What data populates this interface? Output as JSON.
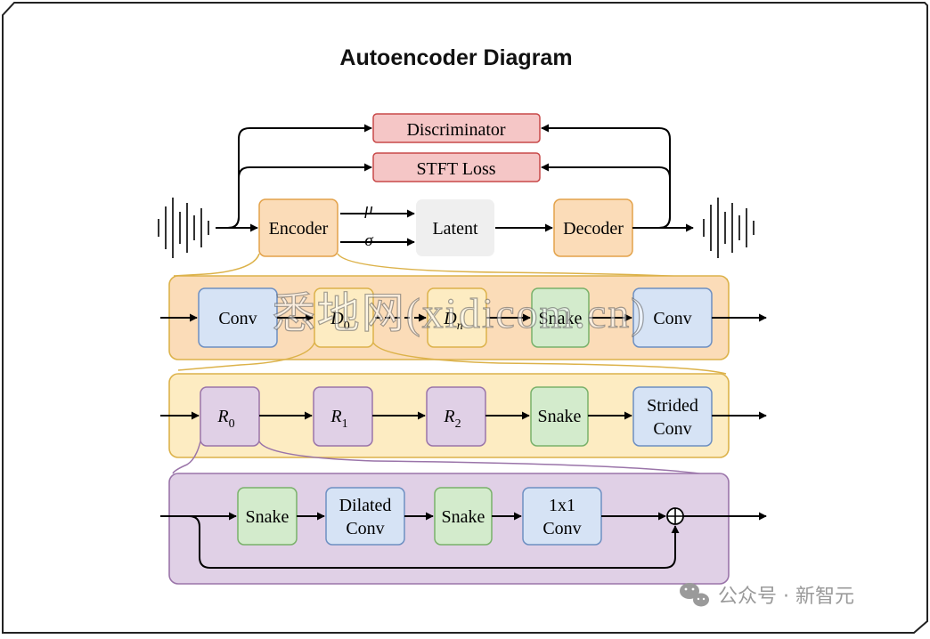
{
  "title": "Autoencoder Diagram",
  "top": {
    "discriminator": "Discriminator",
    "stft_loss": "STFT Loss",
    "encoder": "Encoder",
    "latent": "Latent",
    "decoder": "Decoder",
    "mu": "μ",
    "sigma": "σ"
  },
  "encoder_row": {
    "conv_in": "Conv",
    "d0_base": "D",
    "d0_sub": "0",
    "dn_base": "D",
    "dn_sub": "n",
    "snake": "Snake",
    "conv_out": "Conv"
  },
  "d_block_row": {
    "r0_base": "R",
    "r0_sub": "0",
    "r1_base": "R",
    "r1_sub": "1",
    "r2_base": "R",
    "r2_sub": "2",
    "snake": "Snake",
    "strided_line1": "Strided",
    "strided_line2": "Conv"
  },
  "r_block_row": {
    "snake_1": "Snake",
    "dilated_line1": "Dilated",
    "dilated_line2": "Conv",
    "snake_2": "Snake",
    "conv1x1_line1": "1x1",
    "conv1x1_line2": "Conv",
    "add_symbol": "+"
  },
  "watermark_center": "悉地网(xidicom.cn)",
  "watermark_corner": "公众号 · 新智元",
  "colors": {
    "pink_fill": "#f5c6c6",
    "pink_stroke": "#c84848",
    "orange_fill": "#fbdcb8",
    "orange_stroke": "#e3a24a",
    "yellow_fill": "#fdecc2",
    "yellow_stroke": "#dcb24a",
    "blue_fill": "#d6e3f5",
    "blue_stroke": "#6d8fc2",
    "green_fill": "#d3ebcc",
    "green_stroke": "#79b16a",
    "purple_fill": "#e0d0e6",
    "purple_stroke": "#9a74a9",
    "gray_fill": "#efefef"
  }
}
